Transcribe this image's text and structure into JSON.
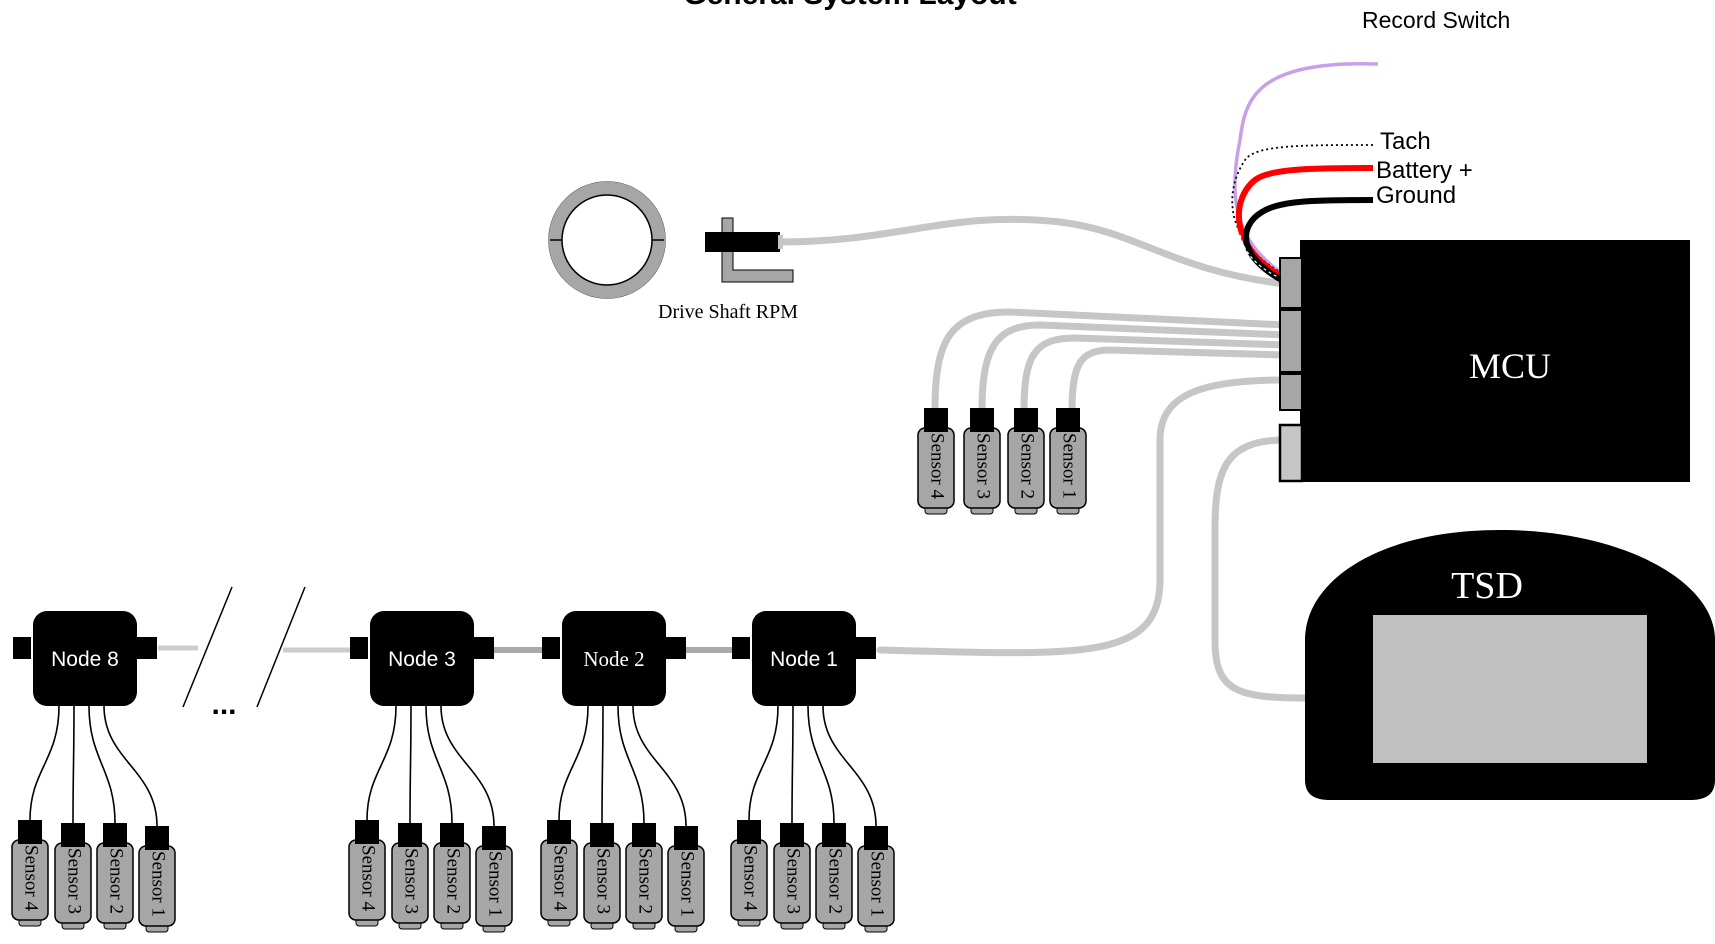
{
  "title": "General System Layout",
  "labels": {
    "record_switch": "Record Switch",
    "tach": "Tach",
    "battery": "Battery +",
    "ground": "Ground",
    "mcu": "MCU",
    "tsd": "TSD",
    "drive_shaft": "Drive Shaft RPM",
    "ellipsis": "..."
  },
  "mcu_sensors": [
    "Sensor 4",
    "Sensor 3",
    "Sensor 2",
    "Sensor 1"
  ],
  "nodes": [
    {
      "id": "node8",
      "label": "Node 8",
      "sensors": [
        "Sensor 4",
        "Sensor 3",
        "Sensor 2",
        "Sensor 1"
      ]
    },
    {
      "id": "node3",
      "label": "Node 3",
      "sensors": [
        "Sensor 4",
        "Sensor 3",
        "Sensor 2",
        "Sensor 1"
      ]
    },
    {
      "id": "node2",
      "label": "Node 2",
      "sensors": [
        "Sensor 4",
        "Sensor 3",
        "Sensor 2",
        "Sensor 1"
      ]
    },
    {
      "id": "node1",
      "label": "Node 1",
      "sensors": [
        "Sensor 4",
        "Sensor 3",
        "Sensor 2",
        "Sensor 1"
      ]
    }
  ],
  "colors": {
    "cable": "#c6c6c6",
    "sensor": "#a6a6a6",
    "record_wire": "#c8a0e8",
    "battery_wire": "#ff0000",
    "ground_wire": "#000000",
    "screen": "#c0c0c0"
  }
}
